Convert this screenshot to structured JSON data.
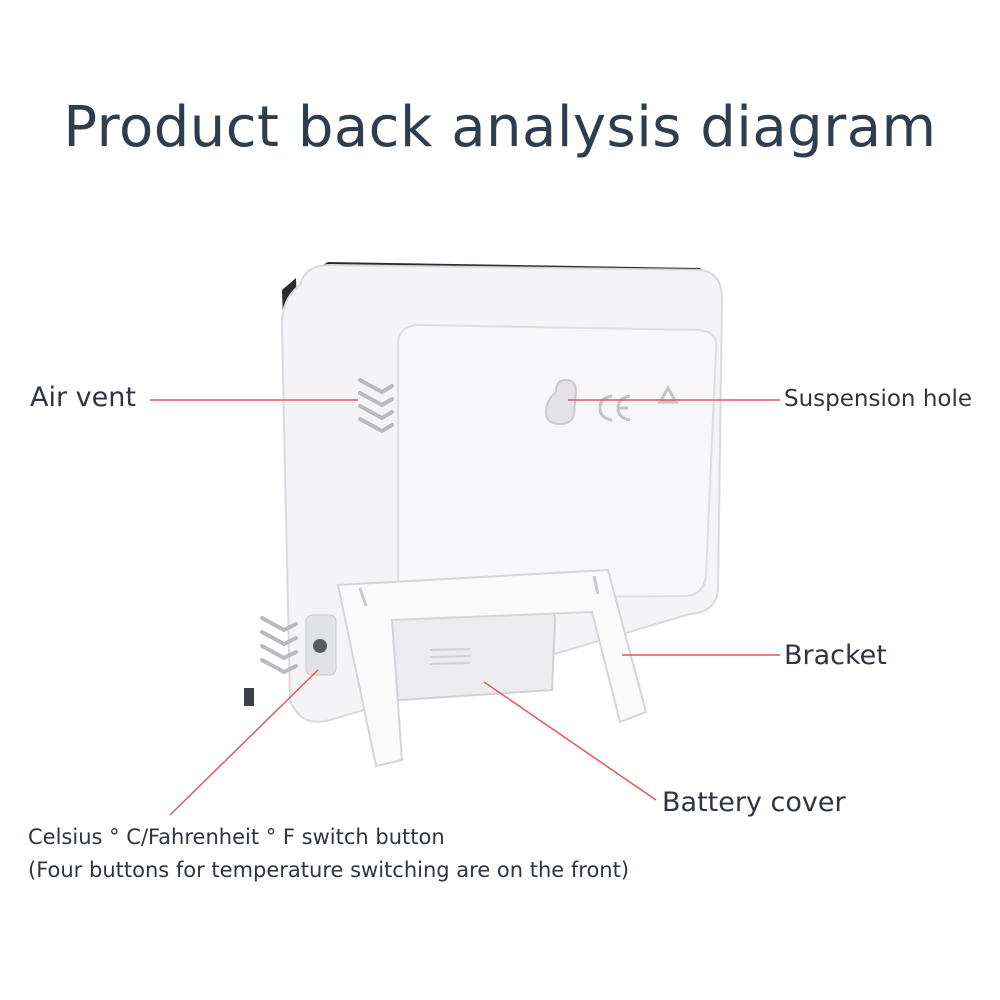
{
  "title": "Product back analysis diagram",
  "labels": {
    "air_vent": "Air vent",
    "suspension_hole": "Suspension hole",
    "bracket": "Bracket",
    "battery_cover": "Battery cover",
    "switch_button_line1": "Celsius ° C/Fahrenheit ° F switch button",
    "switch_button_line2": "(Four buttons for temperature switching are on the front)"
  },
  "colors": {
    "title": "#2f3e4e",
    "leader_line": "#e05a5a",
    "device_body": "#f4f4f6",
    "device_shadow": "#d9dadf"
  }
}
